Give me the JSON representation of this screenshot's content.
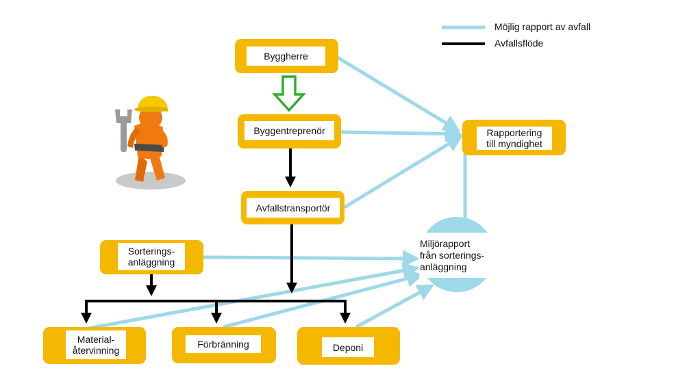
{
  "legend": {
    "report_label": "Möjlig rapport av avfall",
    "flow_label": "Avfallsflöde",
    "report_color": "#9fd8e8",
    "flow_color": "#000000"
  },
  "nodes": {
    "byggherre": "Byggherre",
    "byggentreprenor": "Byggentreprenör",
    "avfallstransportor": "Avfallstransportör",
    "sortering_1": "Sorterings-",
    "sortering_2": "anläggning",
    "rapportering_1": "Rapportering",
    "rapportering_2": "till myndighet",
    "miljorapport_1": "Miljörapport",
    "miljorapport_2": "från sorterings-",
    "miljorapport_3": "anläggning",
    "material_1": "Material-",
    "material_2": "återvinning",
    "forbranning": "Förbränning",
    "deponi": "Deponi"
  },
  "colors": {
    "box": "#f5b800",
    "report_arrow": "#9fd8e8",
    "flow_arrow": "#000000",
    "role_arrow": "#2fae2f",
    "worker": "#f07a10",
    "helmet": "#f5c800"
  },
  "icons": {
    "worker": "construction-worker-icon"
  }
}
